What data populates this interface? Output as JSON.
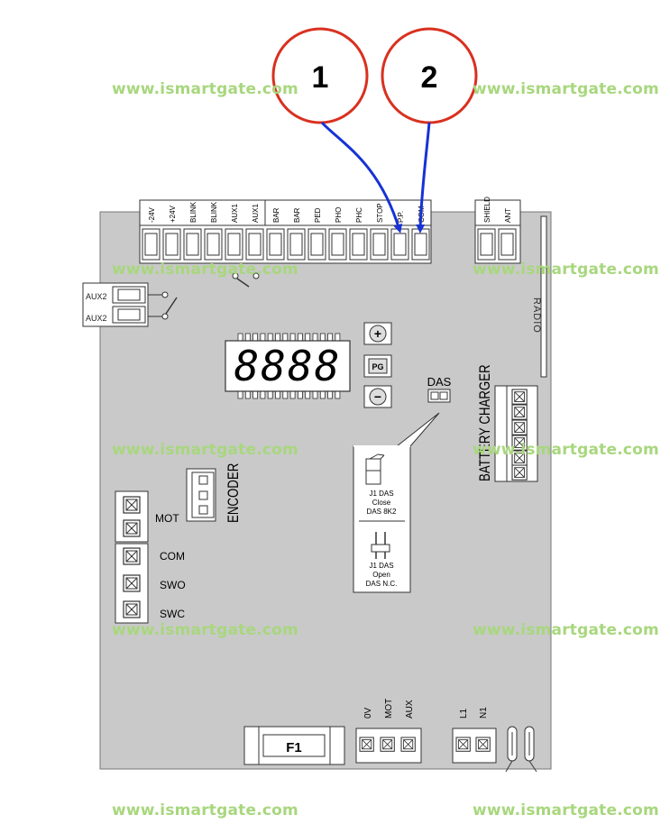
{
  "watermark": "www.ismartgate.com",
  "callouts": [
    "1",
    "2"
  ],
  "top_terminals": [
    "-24V",
    "+24V",
    "BLINK",
    "BLINK",
    "AUX1",
    "AUX1",
    "BAR",
    "BAR",
    "PED",
    "PHO",
    "PHC",
    "STOP",
    "P.P.",
    "COM"
  ],
  "antenna_terminals": [
    "SHIELD",
    "ANT"
  ],
  "radio_label": "RADIO",
  "aux2_labels": [
    "AUX2",
    "AUX2"
  ],
  "display_digits": "8888",
  "buttons": [
    "+",
    "PG",
    "−"
  ],
  "das_label": "DAS",
  "das_close_text": [
    "J1 DAS",
    "Close",
    "DAS 8K2"
  ],
  "das_open_text": [
    "J1 DAS",
    "Open",
    "DAS N.C."
  ],
  "battery_label": "BATTERY CHARGER",
  "encoder_label": "ENCODER",
  "mot_label": "MOT",
  "limit_labels": [
    "COM",
    "SWO",
    "SWC"
  ],
  "bottom_terminals": [
    "0V",
    "MOT",
    "AUX"
  ],
  "power_terminals": [
    "L1",
    "N1"
  ],
  "fuse_label": "F1",
  "colors": {
    "board": "#c9c9c9",
    "callout_ring": "#d9301f",
    "arrow": "#1632d6",
    "watermark": "#a8d77e"
  }
}
